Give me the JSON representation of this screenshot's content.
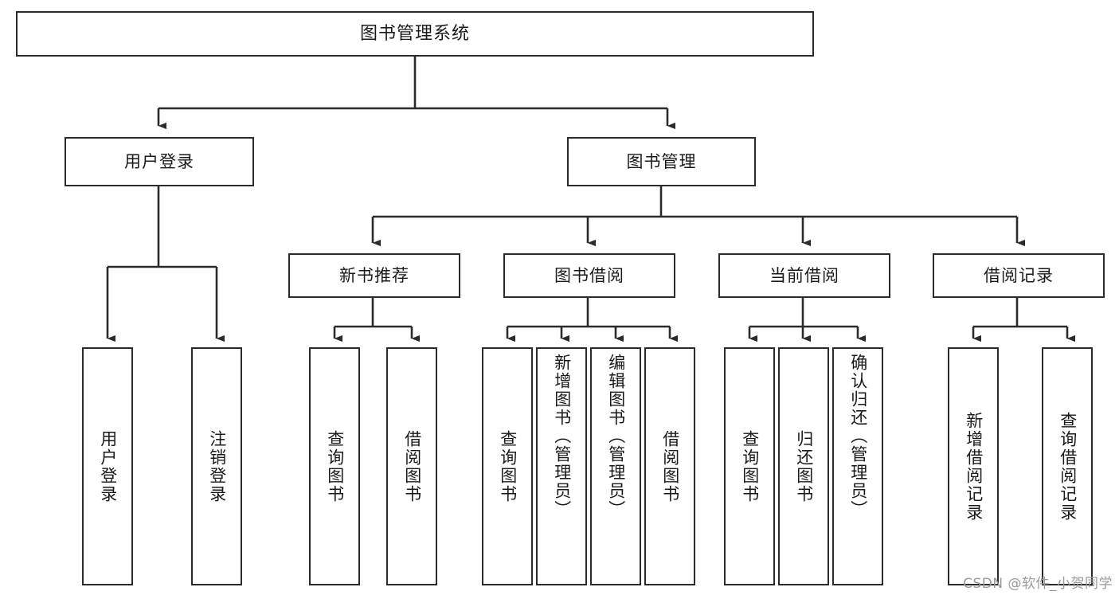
{
  "diagram": {
    "type": "tree-hierarchy",
    "title": "图书管理系统",
    "watermark": "CSDN @软件_小贺同学",
    "colors": {
      "box_border": "#2b2b2b",
      "box_fill": "#ffffff",
      "connector": "#2b2b2b",
      "text": "#1a1a1a",
      "watermark": "#9a9a9a",
      "background": "#ffffff"
    },
    "levels": [
      {
        "level": 1,
        "name": "root"
      },
      {
        "level": 2,
        "name": "modules"
      },
      {
        "level": 3,
        "name": "submodules"
      },
      {
        "level": 4,
        "name": "functions"
      }
    ],
    "root": {
      "id": "root",
      "label": "图书管理系统"
    },
    "modules": [
      {
        "id": "m1",
        "label": "用户登录",
        "parent": "root"
      },
      {
        "id": "m2",
        "label": "图书管理",
        "parent": "root"
      }
    ],
    "submodules": [
      {
        "id": "s1",
        "label": "新书推荐",
        "parent": "m2"
      },
      {
        "id": "s2",
        "label": "图书借阅",
        "parent": "m2"
      },
      {
        "id": "s3",
        "label": "当前借阅",
        "parent": "m2"
      },
      {
        "id": "s4",
        "label": "借阅记录",
        "parent": "m2"
      }
    ],
    "leaves": [
      {
        "id": "l1",
        "label": "用户登录",
        "parent": "m1"
      },
      {
        "id": "l2",
        "label": "注销登录",
        "parent": "m1"
      },
      {
        "id": "l3",
        "label": "查询图书",
        "parent": "s1"
      },
      {
        "id": "l4",
        "label": "借阅图书",
        "parent": "s1"
      },
      {
        "id": "l5",
        "label": "查询图书",
        "parent": "s2"
      },
      {
        "id": "l6",
        "label": "新增图书（管理员）",
        "parent": "s2"
      },
      {
        "id": "l7",
        "label": "编辑图书（管理员）",
        "parent": "s2"
      },
      {
        "id": "l8",
        "label": "借阅图书",
        "parent": "s2"
      },
      {
        "id": "l9",
        "label": "查询图书",
        "parent": "s3"
      },
      {
        "id": "l10",
        "label": "归还图书",
        "parent": "s3"
      },
      {
        "id": "l11",
        "label": "确认归还（管理员）",
        "parent": "s3"
      },
      {
        "id": "l12",
        "label": "新增借阅记录",
        "parent": "s4"
      },
      {
        "id": "l13",
        "label": "查询借阅记录",
        "parent": "s4"
      }
    ]
  }
}
